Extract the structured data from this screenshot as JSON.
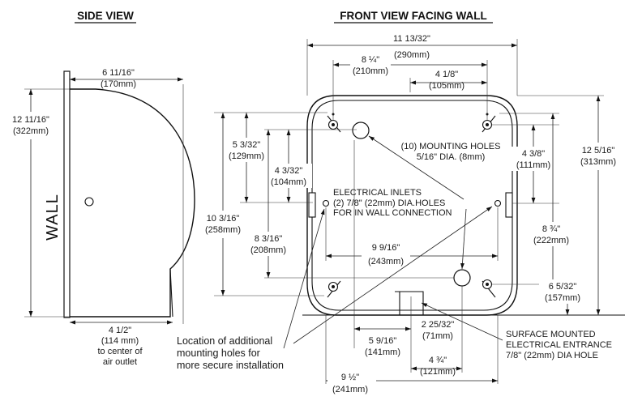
{
  "titles": {
    "side_view": "SIDE VIEW",
    "front_view": "FRONT VIEW FACING WALL"
  },
  "side": {
    "wall_label": "WALL",
    "depth": [
      "6 11/16\"",
      "(170mm)"
    ],
    "height": [
      "12 11/16\"",
      "(322mm)"
    ],
    "outlet": [
      "4 1/2\"",
      "(114 mm)",
      "to center of",
      "air outlet"
    ]
  },
  "front": {
    "overall_width": [
      "11 13/32\"",
      "(290mm)"
    ],
    "top_hole_spacing": [
      "8 ¼\"",
      "(210mm)"
    ],
    "top_hole_offset": [
      "4 1/8\"",
      "(105mm)"
    ],
    "left_inlet_upper": [
      "5 3/32\"",
      "(129mm)"
    ],
    "left_inlet_lower": [
      "4 3/32\"",
      "(104mm)"
    ],
    "left_height": [
      "10 3/16\"",
      "(258mm)"
    ],
    "left_inner": [
      "8 3/16\"",
      "(208mm)"
    ],
    "mid_hole_spacing": [
      "9 9/16\"",
      "(243mm)"
    ],
    "right_upper": [
      "4 3/8\"",
      "(111mm)"
    ],
    "right_mid": [
      "8 ¾\"",
      "(222mm)"
    ],
    "right_lower": [
      "6 5/32\"",
      "(157mm)"
    ],
    "overall_height": [
      "12 5/16\"",
      "(313mm)"
    ],
    "bottom_a": [
      "5 9/16\"",
      "(141mm)"
    ],
    "bottom_b": [
      "2 25/32\"",
      "(71mm)"
    ],
    "bottom_c": [
      "4 ¾\"",
      "(121mm)"
    ],
    "bottom_d": [
      "9 ½\"",
      "(241mm)"
    ]
  },
  "notes": {
    "mounting_holes": [
      "(10) MOUNTING HOLES",
      "5/16\" DIA. (8mm)"
    ],
    "electrical_inlets": [
      "ELECTRICAL INLETS",
      "(2) 7/8\" (22mm) DIA.HOLES",
      "FOR IN WALL CONNECTION"
    ],
    "additional_holes": [
      "Location of additional",
      "mounting holes for",
      "more secure installation"
    ],
    "surface_entrance": [
      "SURFACE MOUNTED",
      "ELECTRICAL ENTRANCE",
      "7/8\" (22mm) DIA HOLE"
    ]
  }
}
